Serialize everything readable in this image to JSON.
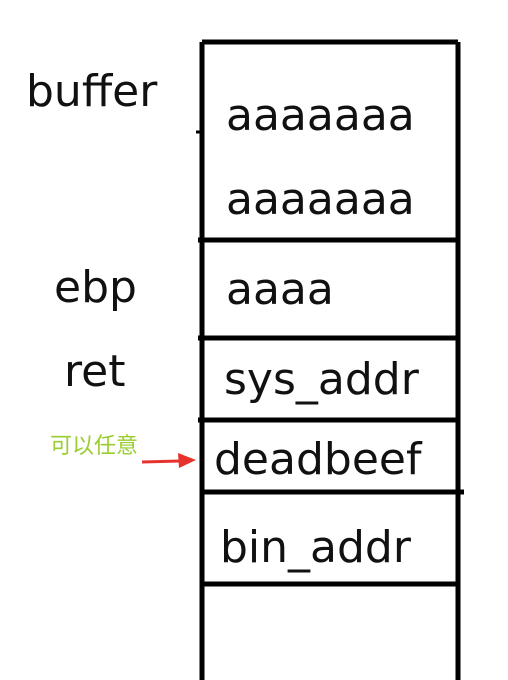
{
  "labels": {
    "buffer": "buffer",
    "ebp": "ebp",
    "ret": "ret",
    "note": "可以任意"
  },
  "cells": {
    "buffer_line1": "aaaaaaa",
    "buffer_line2": "aaaaaaa",
    "ebp": "aaaa",
    "ret": "sys_addr",
    "arbitrary": "deadbeef",
    "arg": "bin_addr",
    "empty": ""
  },
  "colors": {
    "note": "#9acd32",
    "arrow": "#e8322d",
    "border": "#000000"
  }
}
